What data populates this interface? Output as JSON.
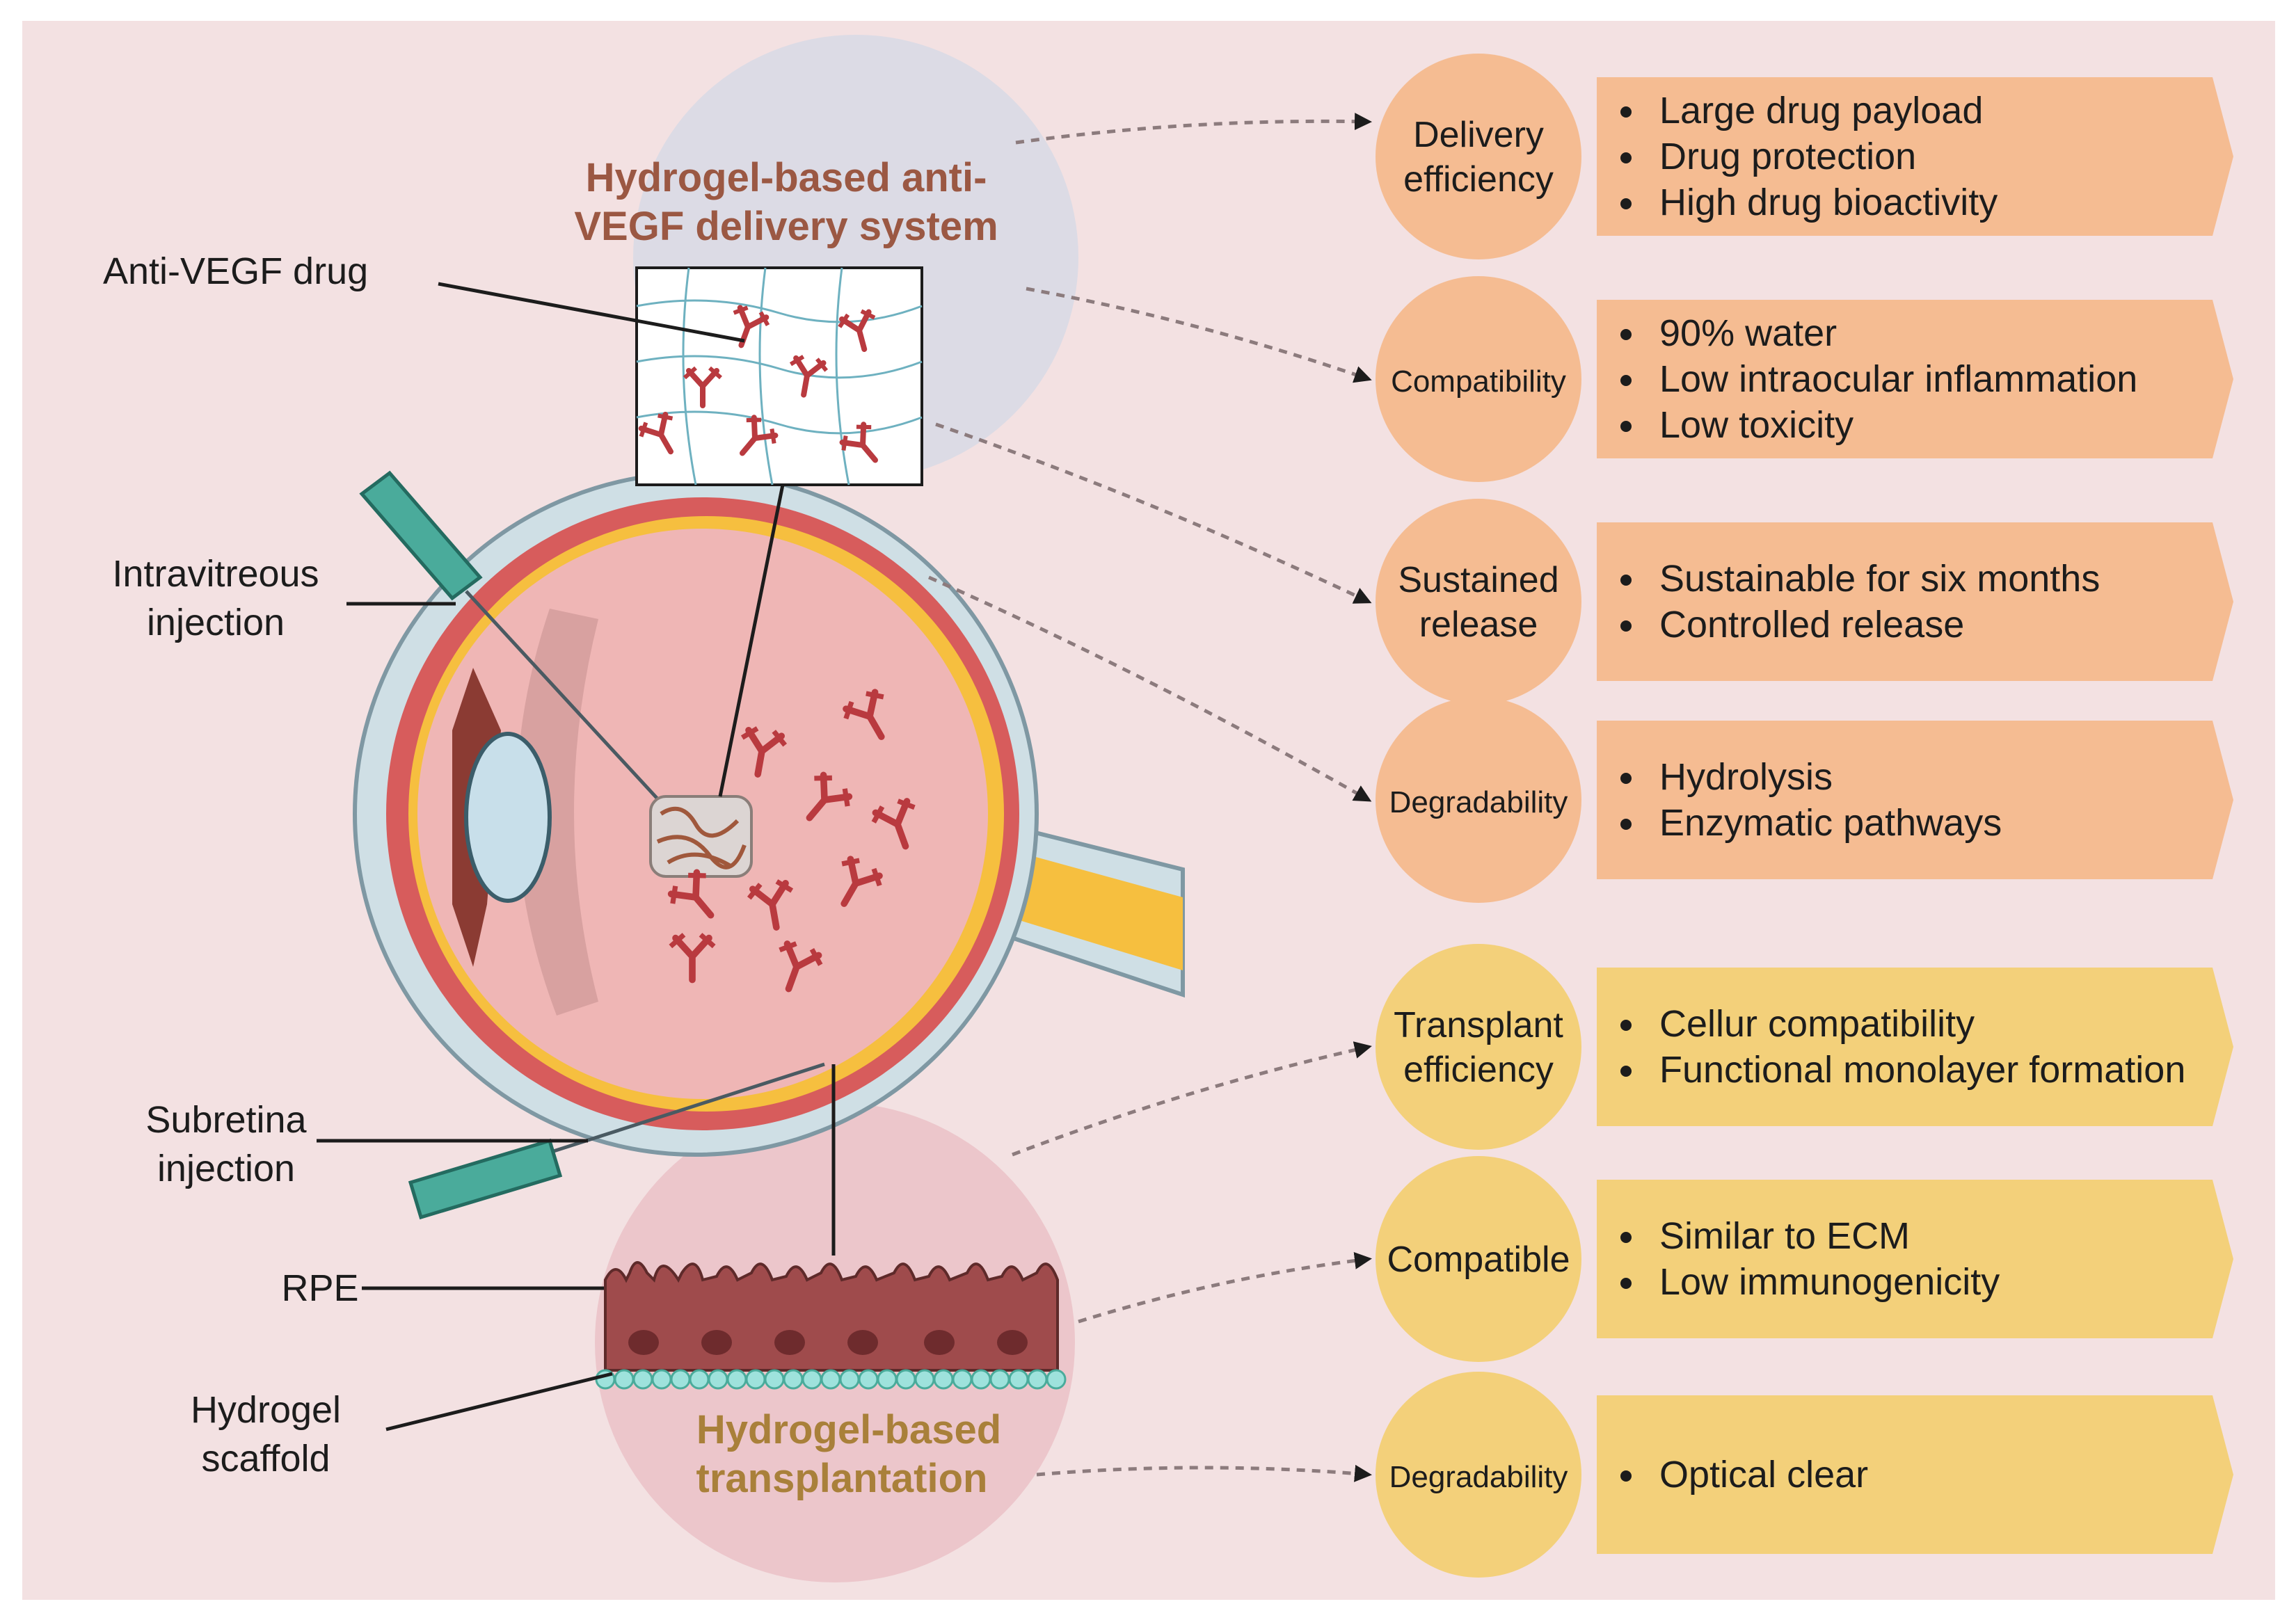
{
  "colors": {
    "background": "#f3e1e2",
    "delivery_circle": "#dcdbe5",
    "transplant_circle": "#ecc6cb",
    "delivery_title": "#9b5843",
    "transplant_title": "#a9803a",
    "orange": "#f5bc92",
    "yellow": "#f3d07a",
    "antibody": "#b93a3f",
    "needle": "#4aab9b",
    "rpe": "#9f4b4c"
  },
  "delivery_system": {
    "title_line1": "Hydrogel-based anti-",
    "title_line2": "VEGF delivery system"
  },
  "transplantation": {
    "title_line1": "Hydrogel-based",
    "title_line2": "transplantation"
  },
  "labels": {
    "anti_vegf": "Anti-VEGF drug",
    "intravitreous_line1": "Intravitreous",
    "intravitreous_line2": "injection",
    "subretina_line1": "Subretina",
    "subretina_line2": "injection",
    "rpe": "RPE",
    "scaffold_line1": "Hydrogel",
    "scaffold_line2": "scaffold"
  },
  "properties": [
    {
      "label_lines": [
        "Delivery",
        "efficiency"
      ],
      "bullets": [
        "Large drug payload",
        "Drug protection",
        "High drug bioactivity"
      ],
      "group": "delivery"
    },
    {
      "label_lines": [
        "Compatibility"
      ],
      "bullets": [
        "90% water",
        "Low intraocular inflammation",
        "Low toxicity"
      ],
      "group": "delivery"
    },
    {
      "label_lines": [
        "Sustained",
        "release"
      ],
      "bullets": [
        "Sustainable for six months",
        "Controlled release"
      ],
      "group": "delivery"
    },
    {
      "label_lines": [
        "Degradability"
      ],
      "bullets": [
        "Hydrolysis",
        "Enzymatic pathways"
      ],
      "group": "delivery"
    },
    {
      "label_lines": [
        "Transplant",
        "efficiency"
      ],
      "bullets": [
        "Cellur compatibility",
        "Functional monolayer formation"
      ],
      "group": "transplant"
    },
    {
      "label_lines": [
        "Compatible"
      ],
      "bullets": [
        "Similar to ECM",
        "Low immunogenicity"
      ],
      "group": "transplant"
    },
    {
      "label_lines": [
        "Degradability"
      ],
      "bullets": [
        "Optical clear"
      ],
      "group": "transplant"
    }
  ],
  "icons": {
    "antibody": "antibody-icon",
    "syringe": "syringe-needle-icon",
    "eye": "eyeball-cross-section-icon",
    "hydrogel": "hydrogel-implant-icon"
  }
}
